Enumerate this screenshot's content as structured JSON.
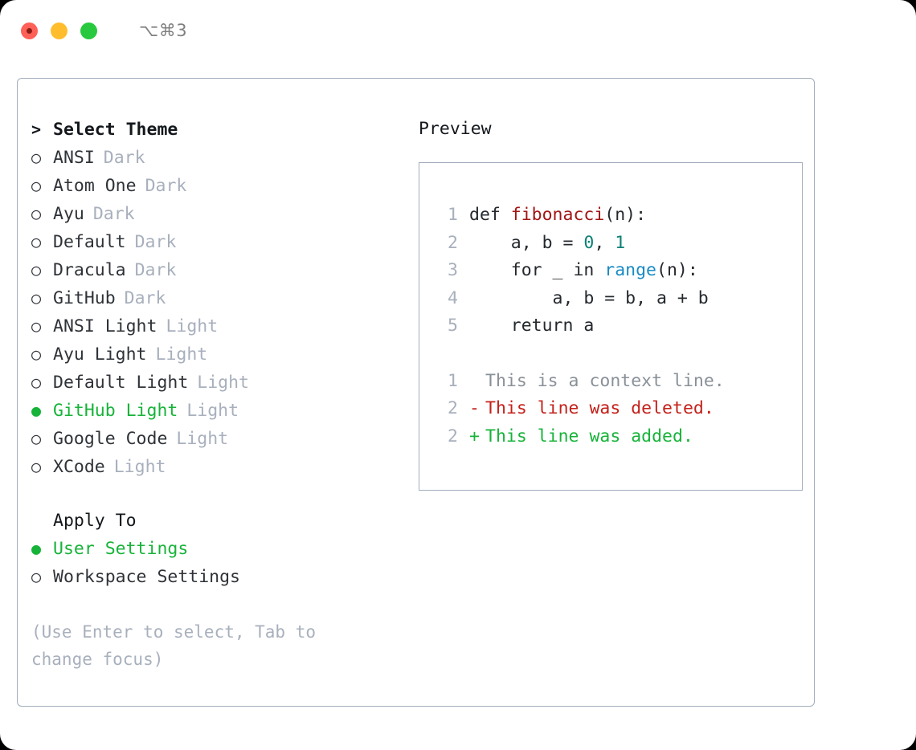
{
  "titlebar": {
    "shortcut": "⌥⌘3",
    "buttons": [
      "close",
      "minimize",
      "maximize"
    ]
  },
  "theme_picker": {
    "header_prefix": ">",
    "header": "Select Theme",
    "bullet_selected": "●",
    "bullet_unselected": "○",
    "items": [
      {
        "name": "ANSI",
        "variant": "Dark",
        "selected": false
      },
      {
        "name": "Atom One",
        "variant": "Dark",
        "selected": false
      },
      {
        "name": "Ayu",
        "variant": "Dark",
        "selected": false
      },
      {
        "name": "Default",
        "variant": "Dark",
        "selected": false
      },
      {
        "name": "Dracula",
        "variant": "Dark",
        "selected": false
      },
      {
        "name": "GitHub",
        "variant": "Dark",
        "selected": false
      },
      {
        "name": "ANSI Light",
        "variant": "Light",
        "selected": false
      },
      {
        "name": "Ayu Light",
        "variant": "Light",
        "selected": false
      },
      {
        "name": "Default Light",
        "variant": "Light",
        "selected": false
      },
      {
        "name": "GitHub Light",
        "variant": "Light",
        "selected": true
      },
      {
        "name": "Google Code",
        "variant": "Light",
        "selected": false
      },
      {
        "name": "XCode",
        "variant": "Light",
        "selected": false
      }
    ]
  },
  "apply_to": {
    "title": "Apply To",
    "options": [
      {
        "label": "User Settings",
        "selected": true
      },
      {
        "label": "Workspace Settings",
        "selected": false
      }
    ]
  },
  "hint": "(Use Enter to select, Tab to change focus)",
  "preview": {
    "title": "Preview",
    "code_lines": [
      {
        "number": "1",
        "tokens": [
          {
            "text": "def ",
            "type": "plain"
          },
          {
            "text": "fibonacci",
            "type": "fn"
          },
          {
            "text": "(n):",
            "type": "plain"
          }
        ]
      },
      {
        "number": "2",
        "tokens": [
          {
            "text": "    a, b = ",
            "type": "plain"
          },
          {
            "text": "0",
            "type": "num"
          },
          {
            "text": ", ",
            "type": "plain"
          },
          {
            "text": "1",
            "type": "num"
          }
        ]
      },
      {
        "number": "3",
        "tokens": [
          {
            "text": "    for _ in ",
            "type": "plain"
          },
          {
            "text": "range",
            "type": "call"
          },
          {
            "text": "(n):",
            "type": "plain"
          }
        ]
      },
      {
        "number": "4",
        "tokens": [
          {
            "text": "        a, b = b, a + b",
            "type": "plain"
          }
        ]
      },
      {
        "number": "5",
        "tokens": [
          {
            "text": "    return a",
            "type": "plain"
          }
        ]
      }
    ],
    "diff_lines": [
      {
        "number": "1",
        "marker": " ",
        "text": "This is a context line.",
        "kind": "context"
      },
      {
        "number": "2",
        "marker": "-",
        "text": "This line was deleted.",
        "kind": "deleted"
      },
      {
        "number": "2",
        "marker": "+",
        "text": "This line was added.",
        "kind": "added"
      }
    ]
  },
  "colors": {
    "accent_green": "#17b339",
    "muted": "#a8b0bd",
    "border": "#a3adbd",
    "diff_deleted": "#c4211a",
    "diff_added": "#17b339",
    "token_function": "#a31515",
    "token_number": "#0c8076",
    "token_call": "#1a8bc4"
  }
}
